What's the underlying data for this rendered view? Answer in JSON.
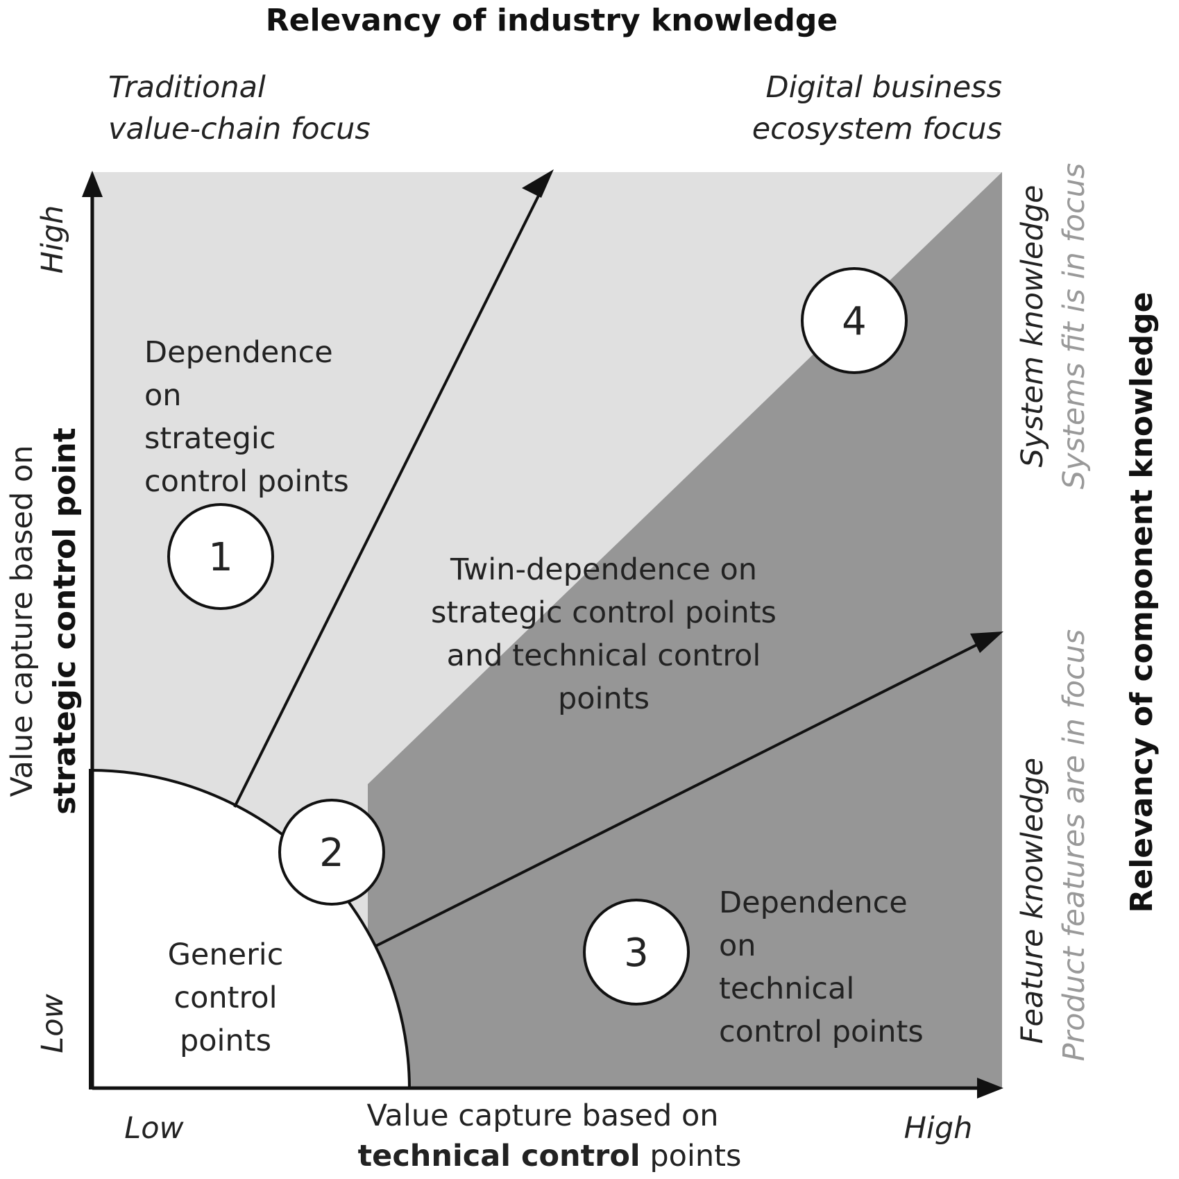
{
  "top_title": "Relevancy of industry knowledge",
  "top_left": [
    "Traditional",
    "value-chain focus"
  ],
  "top_right": [
    "Digital business",
    "ecosystem focus"
  ],
  "right_title": "Relevancy of  component knowledge",
  "right_upper": {
    "main": "System knowledge",
    "sub": "Systems fit is in focus"
  },
  "right_lower": {
    "main": "Feature  knowledge",
    "sub": "Product features are in focus"
  },
  "y_axis": {
    "high": "High",
    "low": "Low",
    "label_line1": "Value capture based on",
    "label_line2": "strategic control point"
  },
  "x_axis": {
    "low": "Low",
    "high": "High",
    "label_line1": "Value capture based on",
    "label_line2_bold": "technical control",
    "label_line2_rest": " points"
  },
  "markers": [
    "1",
    "2",
    "3",
    "4"
  ],
  "region_texts": {
    "zone1": [
      "Dependence",
      "on",
      "strategic",
      "control points"
    ],
    "twin": [
      "Twin-dependence on",
      "strategic control points",
      "and technical control",
      "points"
    ],
    "zone3": [
      "Dependence",
      "on",
      "technical",
      "control points"
    ],
    "generic": [
      "Generic",
      "control",
      "points"
    ]
  },
  "colors": {
    "light_region": "#e0e0e0",
    "dark_region": "#969696",
    "white": "#ffffff",
    "line": "#111111",
    "muted_text": "#999999"
  }
}
